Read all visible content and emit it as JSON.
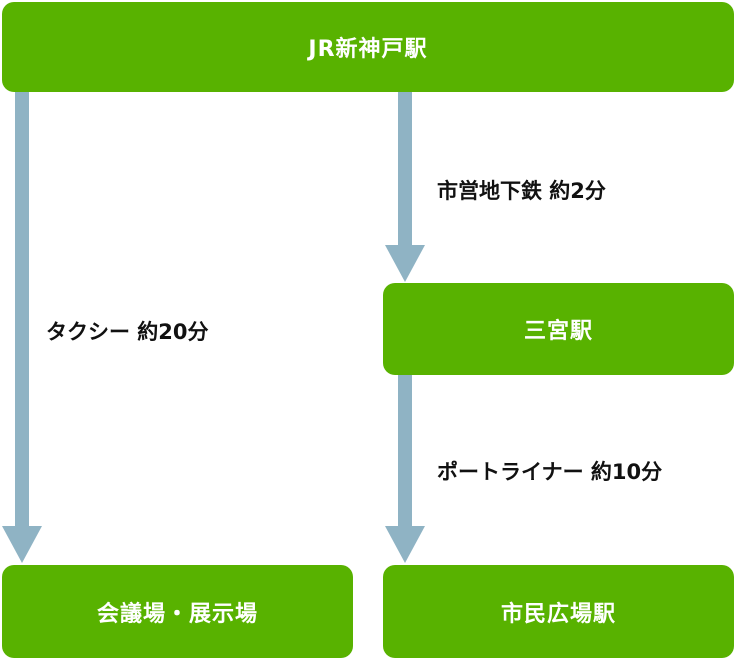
{
  "nodes": {
    "jr_shin_kobe": "JR新神戸駅",
    "sannomiya": "三宮駅",
    "venue": "会議場・展示場",
    "shimin_hiroba": "市民広場駅"
  },
  "edges": {
    "taxi": "タクシー 約20分",
    "subway": "市営地下鉄 約2分",
    "portliner": "ポートライナー 約10分"
  },
  "colors": {
    "node_fill": "#58b200",
    "arrow": "#8fb3c4"
  }
}
